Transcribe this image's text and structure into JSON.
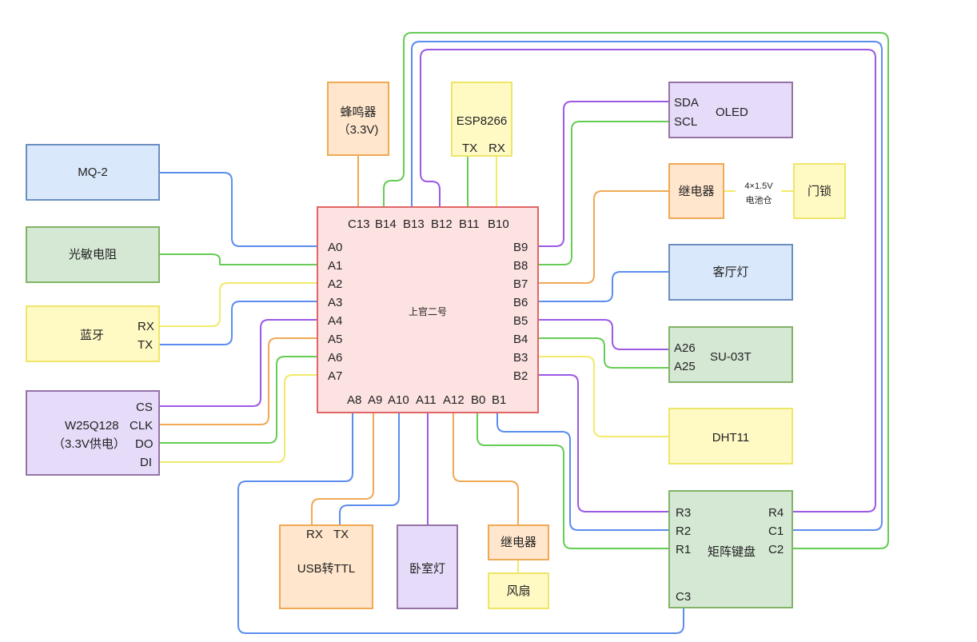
{
  "mcu": {
    "name": "上官二号",
    "top_pins": [
      "C13",
      "B14",
      "B13",
      "B12",
      "B11",
      "B10"
    ],
    "left_pins": [
      "A0",
      "A1",
      "A2",
      "A3",
      "A4",
      "A5",
      "A6",
      "A7"
    ],
    "right_pins": [
      "B9",
      "B8",
      "B7",
      "B6",
      "B5",
      "B4",
      "B3",
      "B2"
    ],
    "bottom_pins": [
      "A8",
      "A9",
      "A10",
      "A11",
      "A12",
      "B0",
      "B1"
    ]
  },
  "mq2": "MQ-2",
  "ldr": "光敏电阻",
  "bluetooth": {
    "name": "蓝牙",
    "rx": "RX",
    "tx": "TX"
  },
  "flash": {
    "name1": "W25Q128",
    "name2": "（3.3V供电）",
    "cs": "CS",
    "clk": "CLK",
    "do": "DO",
    "di": "DI"
  },
  "buzzer": {
    "line1": "蜂鸣器",
    "line2": "（3.3V)"
  },
  "esp": {
    "name": "ESP8266",
    "tx": "TX",
    "rx": "RX"
  },
  "oled": {
    "name": "OLED",
    "sda": "SDA",
    "scl": "SCL"
  },
  "relay_lock": "继电器",
  "battery": {
    "line1": "4×1.5V",
    "line2": "电池仓"
  },
  "lock": "门锁",
  "living_light": "客厅灯",
  "su03t": {
    "name": "SU-03T",
    "a26": "A26",
    "a25": "A25"
  },
  "dht11": "DHT11",
  "keypad": {
    "name": "矩阵键盘",
    "r3": "R3",
    "r2": "R2",
    "r1": "R1",
    "r4": "R4",
    "c1": "C1",
    "c2": "C2",
    "c3": "C3"
  },
  "usb": {
    "name": "USB转TTL",
    "rx": "RX",
    "tx": "TX"
  },
  "bedroom_light": "卧室灯",
  "relay_fan": "继电器",
  "fan": "风扇",
  "colors": {
    "blue": "#6c8ebf",
    "green": "#82b366",
    "yellow": "#ede66a",
    "purple": "#9673a6",
    "orange": "#f0a955",
    "mcu": "#e06666"
  }
}
